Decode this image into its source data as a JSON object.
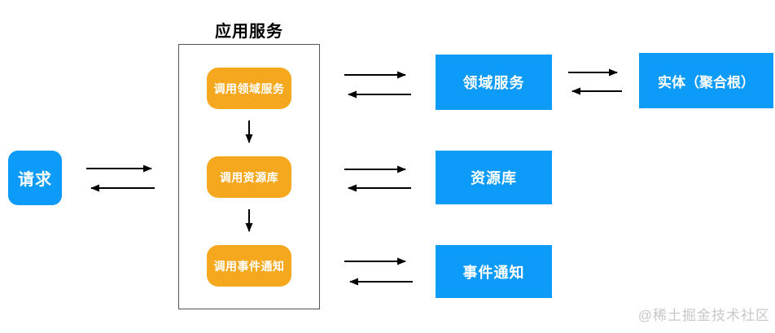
{
  "diagram": {
    "title": "应用服务",
    "request": {
      "label": "请求"
    },
    "app_service_steps": [
      {
        "label": "调用领域服务"
      },
      {
        "label": "调用资源库"
      },
      {
        "label": "调用事件通知"
      }
    ],
    "services": [
      {
        "label": "领域服务"
      },
      {
        "label": "资源库"
      },
      {
        "label": "事件通知"
      }
    ],
    "entity": {
      "label": "实体（聚合根）"
    },
    "watermark": "@稀土掘金技术社区",
    "colors": {
      "blue_box": "#0d9bfa",
      "orange_box": "#f5a81d",
      "container_border": "#555555",
      "arrow": "#000000",
      "title_text": "#000000",
      "box_text": "#ffffff",
      "watermark_text": "#c8c8c8"
    }
  }
}
